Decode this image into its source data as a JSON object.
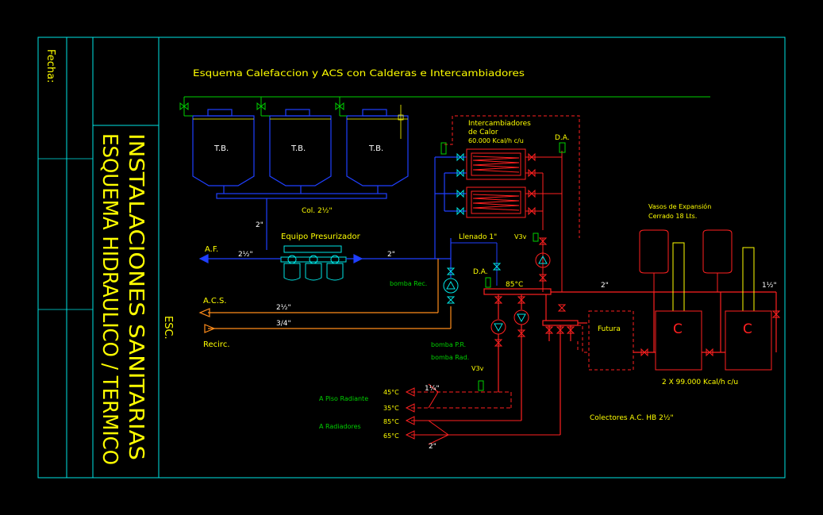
{
  "title_block": {
    "fecha": "Fecha:",
    "title_line1": "INSTALACIONES SANITARIAS",
    "title_line2": "ESQUEMA HIDRAULICO / TERMICO",
    "esc": "ESC."
  },
  "diagram": {
    "heading": "Esquema Calefaccion y ACS con Calderas e Intercambiadores",
    "tanks": [
      "T.B.",
      "T.B.",
      "T.B."
    ],
    "col_label": "Col. 2½\"",
    "pipe_2in": "2\"",
    "pipe_2in_b": "2\"",
    "presurizador": "Equipo Presurizador",
    "af": "A.F.",
    "af_size": "2½\"",
    "acs": "A.C.S.",
    "acs_size": "2½\"",
    "recirc": "Recirc.",
    "recirc_size": "3/4\"",
    "intercambiadores_1": "Intercambiadores",
    "intercambiadores_2": "de Calor",
    "intercambiadores_3": "60.000 Kcal/h c/u",
    "da_top": "D.A.",
    "llenado": "Llenado 1\"",
    "v3v_top": "V3v",
    "da_mid": "D.A.",
    "temp_85": "85°C",
    "bomba_rec": "bomba Rec.",
    "bomba_pr": "bomba P.R.",
    "bomba_rad": "bomba Rad.",
    "v3v_bottom": "V3v",
    "size_1_1_4": "1¼\"",
    "piso_radiante": "A Piso Radiante",
    "radiadores": "A Radiadores",
    "t45": "45°C",
    "t35": "35°C",
    "t85": "85°C",
    "t65": "65°C",
    "size_2_bottom": "2\"",
    "futura": "Futura",
    "vasos_1": "Vasos de Expansión",
    "vasos_2": "Cerrado 18 Lts.",
    "size_2_top": "2\"",
    "size_1_1_2": "1½\"",
    "boiler_c1": "C",
    "boiler_c2": "C",
    "calderas": "2 X 99.000 Kcal/h  c/u",
    "colectores": "Colectores A.C.  HB 2½\""
  },
  "colors": {
    "frame": "#00e5e5",
    "yellow": "#ffff00",
    "blue": "#1f3fff",
    "red": "#ff2020",
    "green": "#00d000",
    "cyan": "#00e5e5",
    "orange": "#ff8c1a",
    "white": "#ffffff"
  }
}
